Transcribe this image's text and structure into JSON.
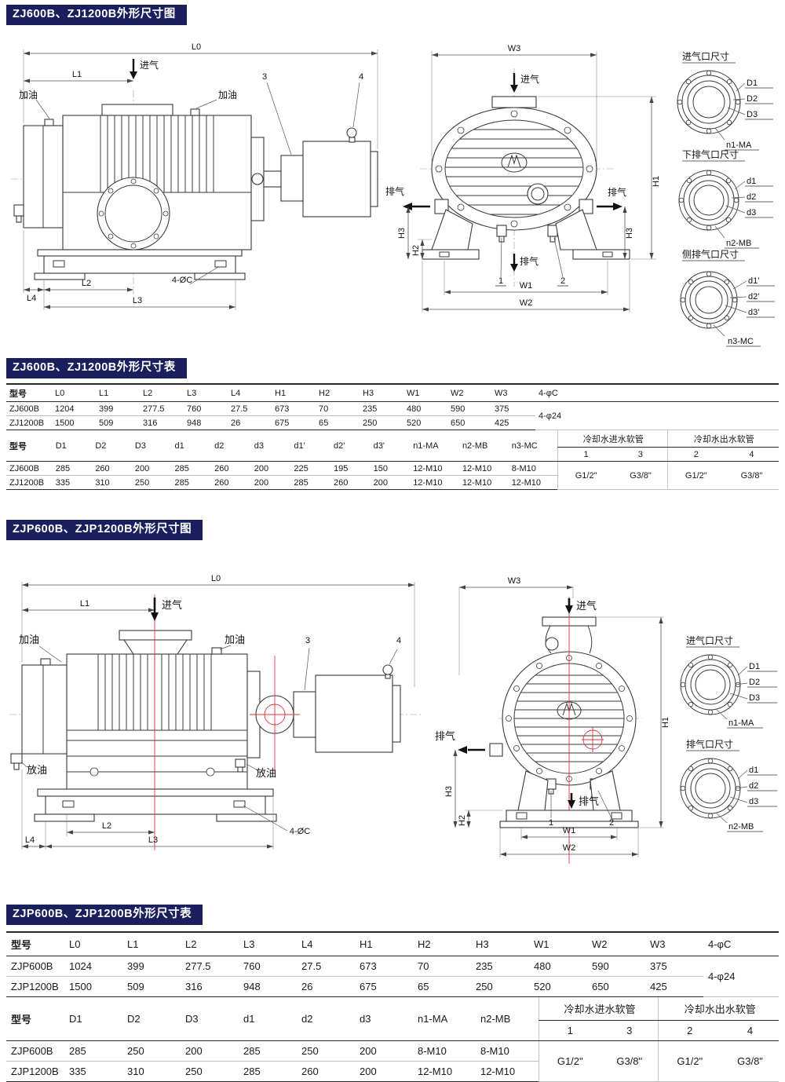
{
  "colors": {
    "header_bg": "#1a1f5e",
    "line": "#3a3a3a",
    "red": "#d9363e",
    "table_rule": "#2b2b2b"
  },
  "sections": {
    "zj_diagram_title": "ZJ600B、ZJ1200B外形尺寸图",
    "zj_table_title": "ZJ600B、ZJ1200B外形尺寸表",
    "zjp_diagram_title": "ZJP600B、ZJP1200B外形尺寸图",
    "zjp_table_title": "ZJP600B、ZJP1200B外形尺寸表"
  },
  "labels": {
    "L0": "L0",
    "L1": "L1",
    "L2": "L2",
    "L3": "L3",
    "L4": "L4",
    "H1": "H1",
    "H2": "H2",
    "H3": "H3",
    "W1": "W1",
    "W2": "W2",
    "W3": "W3",
    "inlet": "进气",
    "outlet": "排气",
    "add_oil": "加油",
    "drain_oil": "放油",
    "phi_c": "4-ØC",
    "c1": "1",
    "c2": "2",
    "c3": "3",
    "c4": "4",
    "D1": "D1",
    "D2": "D2",
    "D3": "D3",
    "d1": "d1",
    "d2": "d2",
    "d3": "d3",
    "d1p": "d1'",
    "d2p": "d2'",
    "d3p": "d3'",
    "n1MA": "n1-MA",
    "n2MB": "n2-MB",
    "n3MC": "n3-MC",
    "inlet_port_title": "进气口尺寸",
    "lower_outlet_port_title": "下排气口尺寸",
    "side_outlet_port_title": "侧排气口尺寸",
    "outlet_port_title": "排气口尺寸"
  },
  "cooling": {
    "in": "冷却水进水软管",
    "out": "冷却水出水软管",
    "subcols": [
      "1",
      "3",
      "2",
      "4"
    ],
    "values": [
      "G1/2\"",
      "G3/8\"",
      "G1/2\"",
      "G3/8\""
    ]
  },
  "zj_table": {
    "part1": {
      "headers": [
        "型号",
        "L0",
        "L1",
        "L2",
        "L3",
        "L4",
        "H1",
        "H2",
        "H3",
        "W1",
        "W2",
        "W3",
        "4-φC"
      ],
      "rows": [
        {
          "model": "ZJ600B",
          "values": [
            "1204",
            "399",
            "277.5",
            "760",
            "27.5",
            "673",
            "70",
            "235",
            "480",
            "590",
            "375"
          ]
        },
        {
          "model": "ZJ1200B",
          "values": [
            "1500",
            "509",
            "316",
            "948",
            "26",
            "675",
            "65",
            "250",
            "520",
            "650",
            "425"
          ]
        }
      ],
      "shared_phi": "4-φ24"
    },
    "part2": {
      "headers": [
        "型号",
        "D1",
        "D2",
        "D3",
        "d1",
        "d2",
        "d3",
        "d1'",
        "d2'",
        "d3'",
        "n1-MA",
        "n2-MB",
        "n3-MC"
      ],
      "rows": [
        {
          "model": "ZJ600B",
          "values": [
            "285",
            "260",
            "200",
            "285",
            "260",
            "200",
            "225",
            "195",
            "150",
            "12-M10",
            "12-M10",
            "8-M10"
          ]
        },
        {
          "model": "ZJ1200B",
          "values": [
            "335",
            "310",
            "250",
            "285",
            "260",
            "200",
            "285",
            "260",
            "200",
            "12-M10",
            "12-M10",
            "12-M10"
          ]
        }
      ]
    }
  },
  "zjp_table": {
    "part1": {
      "headers": [
        "型号",
        "L0",
        "L1",
        "L2",
        "L3",
        "L4",
        "H1",
        "H2",
        "H3",
        "W1",
        "W2",
        "W3",
        "4-φC"
      ],
      "rows": [
        {
          "model": "ZJP600B",
          "values": [
            "1024",
            "399",
            "277.5",
            "760",
            "27.5",
            "673",
            "70",
            "235",
            "480",
            "590",
            "375"
          ]
        },
        {
          "model": "ZJP1200B",
          "values": [
            "1500",
            "509",
            "316",
            "948",
            "26",
            "675",
            "65",
            "250",
            "520",
            "650",
            "425"
          ]
        }
      ],
      "shared_phi": "4-φ24"
    },
    "part2": {
      "headers": [
        "型号",
        "D1",
        "D2",
        "D3",
        "d1",
        "d2",
        "d3",
        "n1-MA",
        "n2-MB"
      ],
      "rows": [
        {
          "model": "ZJP600B",
          "values": [
            "285",
            "250",
            "200",
            "285",
            "250",
            "200",
            "8-M10",
            "8-M10"
          ]
        },
        {
          "model": "ZJP1200B",
          "values": [
            "335",
            "310",
            "250",
            "285",
            "260",
            "200",
            "12-M10",
            "12-M10"
          ]
        }
      ]
    }
  }
}
